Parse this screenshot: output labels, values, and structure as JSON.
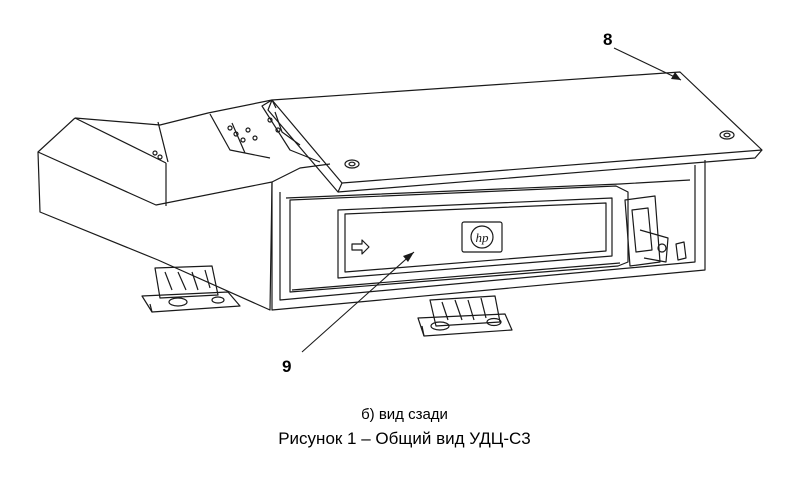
{
  "figure": {
    "callouts": [
      {
        "id": "8"
      },
      {
        "id": "9"
      }
    ],
    "logo_text": "hp"
  },
  "caption": {
    "view": "б) вид сзади",
    "figure_title": "Рисунок 1 – Общий вид УДЦ-С3"
  },
  "colors": {
    "line": "#1a1a1a",
    "background": "#ffffff"
  }
}
